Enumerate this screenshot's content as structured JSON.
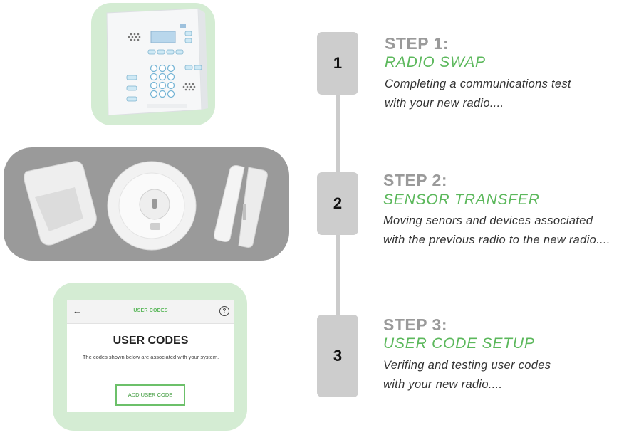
{
  "steps": [
    {
      "number": "1",
      "label": "STEP 1:",
      "name": "RADIO SWAP",
      "desc_line1": "Completing a communications test",
      "desc_line2": "with your new radio...."
    },
    {
      "number": "2",
      "label": "STEP 2:",
      "name": "SENSOR TRANSFER",
      "desc_line1": "Moving senors and devices associated",
      "desc_line2": "with the previous radio to the new radio...."
    },
    {
      "number": "3",
      "label": "STEP 3:",
      "name": "USER CODE SETUP",
      "desc_line1": "Verifing and testing user codes",
      "desc_line2": "with your new radio...."
    }
  ],
  "user_codes_screen": {
    "header_title": "USER CODES",
    "title": "USER CODES",
    "description": "The codes shown below are associated with your system.",
    "button_label": "ADD USER CODE",
    "back_icon": "arrow-left-icon",
    "help_icon": "question-circle-icon"
  },
  "colors": {
    "accent_green": "#5cb85c",
    "step_label_gray": "#9a9a9a",
    "panel_mint": "#d4ecd3",
    "sensor_panel_gray": "#9a9a9a"
  }
}
